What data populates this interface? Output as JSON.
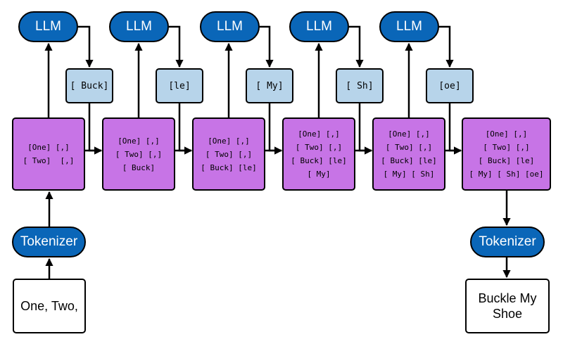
{
  "input_text": "One, Two,",
  "output_text_lines": [
    "Buckle My",
    "Shoe"
  ],
  "tokenizer_label": "Tokenizer",
  "llm_label": "LLM",
  "steps": [
    {
      "token": "[ Buck]",
      "sequence": [
        "[One] [,]",
        "[ Two]  [,]"
      ]
    },
    {
      "token": "[le]",
      "sequence": [
        "[One] [,]",
        "[ Two] [,]",
        "[ Buck]"
      ]
    },
    {
      "token": "[ My]",
      "sequence": [
        "[One] [,]",
        "[ Two] [,]",
        "[ Buck] [le]"
      ]
    },
    {
      "token": "[ Sh]",
      "sequence": [
        "[One] [,]",
        "[ Two] [,]",
        "[ Buck] [le]",
        "[ My]"
      ]
    },
    {
      "token": "[oe]",
      "sequence": [
        "[One] [,]",
        "[ Two] [,]",
        "[ Buck] [le]",
        "[ My] [ Sh]"
      ]
    }
  ],
  "final_sequence": [
    "[One] [,]",
    "[ Two] [,]",
    "[ Buck] [le]",
    "[ My] [ Sh] [oe]"
  ],
  "colors": {
    "llm_fill": "#0a66b8",
    "token_fill": "#b7d4ea",
    "sequence_fill": "#c774e6",
    "stroke": "#000000"
  }
}
